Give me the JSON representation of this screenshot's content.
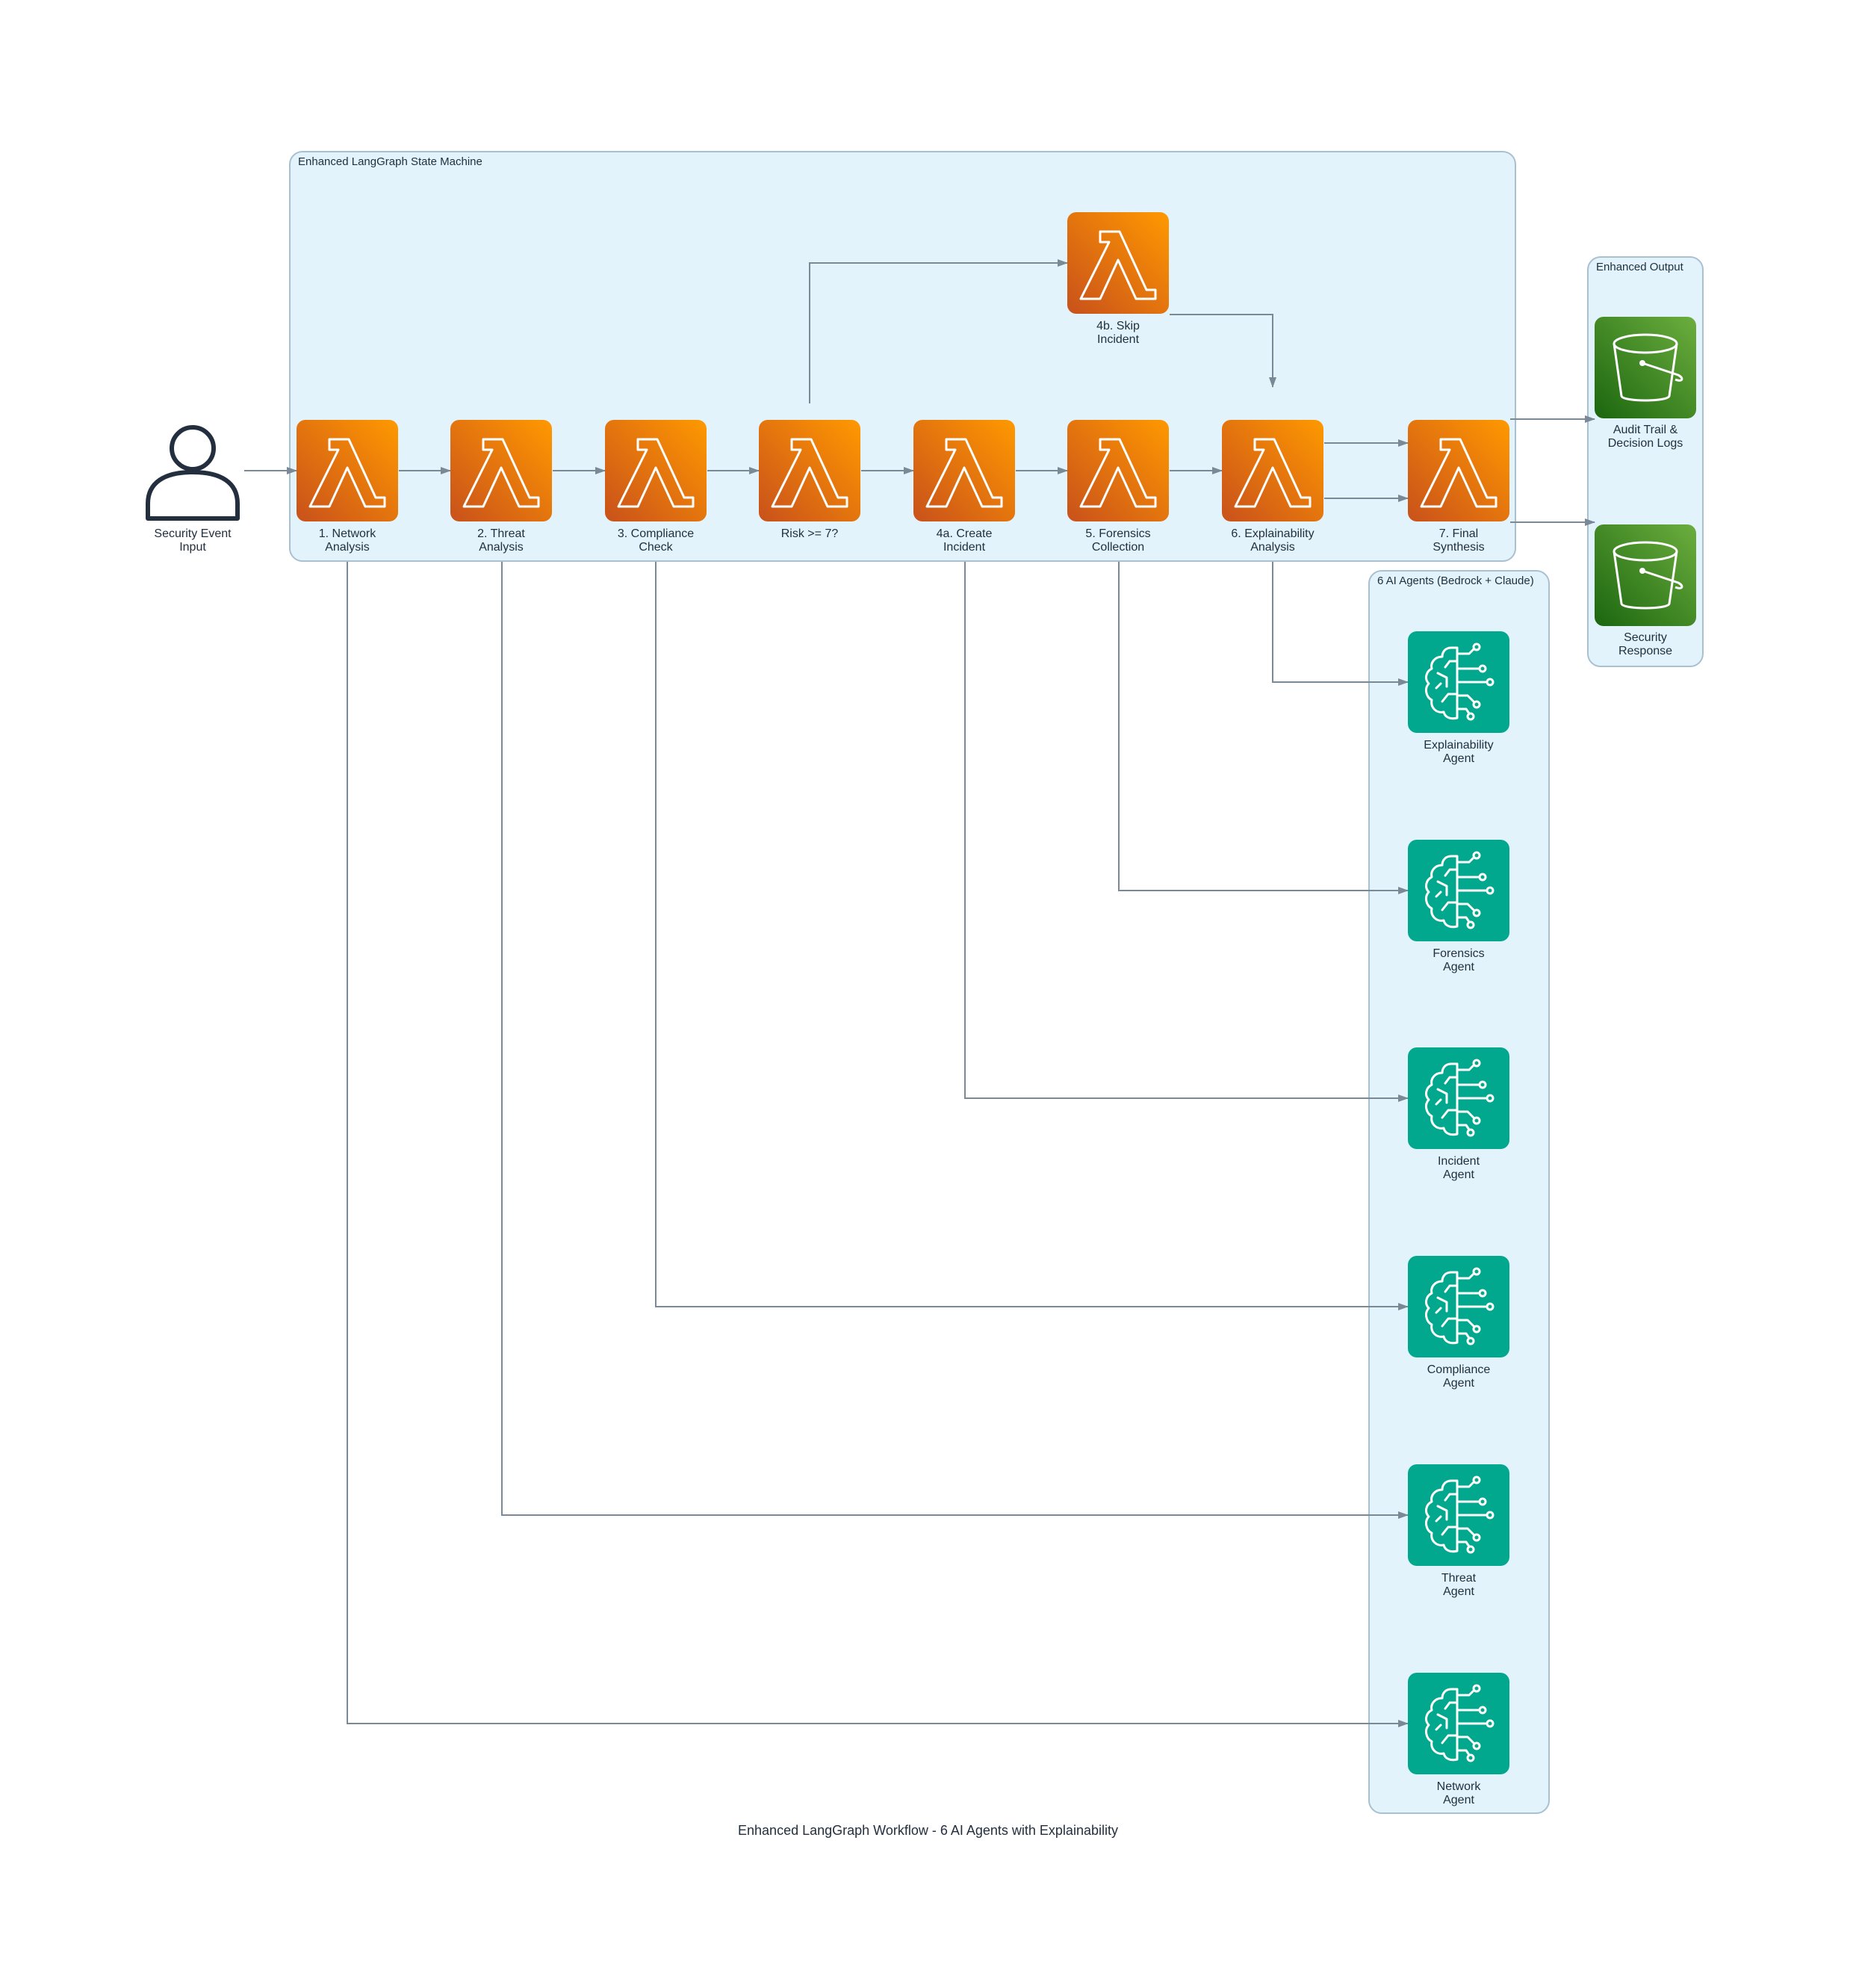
{
  "caption": "Enhanced LangGraph Workflow - 6 AI Agents with Explainability",
  "clusters": {
    "state_machine": "Enhanced LangGraph State Machine",
    "output": "Enhanced Output",
    "agents": "6 AI Agents (Bedrock + Claude)"
  },
  "nodes": {
    "input": {
      "label": "Security Event\nInput",
      "icon": "user-icon"
    },
    "network_analysis": {
      "label": "1. Network\nAnalysis",
      "icon": "lambda-icon"
    },
    "threat_analysis": {
      "label": "2. Threat\nAnalysis",
      "icon": "lambda-icon"
    },
    "compliance_check": {
      "label": "3. Compliance\nCheck",
      "icon": "lambda-icon"
    },
    "risk_decision": {
      "label": "Risk >= 7?",
      "icon": "lambda-icon"
    },
    "create_incident": {
      "label": "4a. Create\nIncident",
      "icon": "lambda-icon"
    },
    "skip_incident": {
      "label": "4b. Skip\nIncident",
      "icon": "lambda-icon"
    },
    "forensics_collection": {
      "label": "5. Forensics\nCollection",
      "icon": "lambda-icon"
    },
    "explainability_analysis": {
      "label": "6. Explainability\nAnalysis",
      "icon": "lambda-icon"
    },
    "final_synthesis": {
      "label": "7. Final\nSynthesis",
      "icon": "lambda-icon"
    },
    "audit_trail": {
      "label": "Audit Trail &\nDecision Logs",
      "icon": "s3-bucket-icon"
    },
    "security_response": {
      "label": "Security\nResponse",
      "icon": "s3-bucket-icon"
    },
    "explainability_agent": {
      "label": "Explainability\nAgent",
      "icon": "brain-circuit-icon"
    },
    "forensics_agent": {
      "label": "Forensics\nAgent",
      "icon": "brain-circuit-icon"
    },
    "incident_agent": {
      "label": "Incident\nAgent",
      "icon": "brain-circuit-icon"
    },
    "compliance_agent": {
      "label": "Compliance\nAgent",
      "icon": "brain-circuit-icon"
    },
    "threat_agent": {
      "label": "Threat\nAgent",
      "icon": "brain-circuit-icon"
    },
    "network_agent": {
      "label": "Network\nAgent",
      "icon": "brain-circuit-icon"
    }
  },
  "edges": [
    [
      "input",
      "network_analysis"
    ],
    [
      "network_analysis",
      "threat_analysis"
    ],
    [
      "threat_analysis",
      "compliance_check"
    ],
    [
      "compliance_check",
      "risk_decision"
    ],
    [
      "risk_decision",
      "create_incident"
    ],
    [
      "risk_decision",
      "skip_incident"
    ],
    [
      "create_incident",
      "forensics_collection"
    ],
    [
      "skip_incident",
      "explainability_analysis"
    ],
    [
      "forensics_collection",
      "explainability_analysis"
    ],
    [
      "explainability_analysis",
      "final_synthesis"
    ],
    [
      "final_synthesis",
      "audit_trail"
    ],
    [
      "final_synthesis",
      "security_response"
    ],
    [
      "network_analysis",
      "network_agent"
    ],
    [
      "threat_analysis",
      "threat_agent"
    ],
    [
      "compliance_check",
      "compliance_agent"
    ],
    [
      "create_incident",
      "incident_agent"
    ],
    [
      "forensics_collection",
      "forensics_agent"
    ],
    [
      "explainability_analysis",
      "explainability_agent"
    ]
  ],
  "colors": {
    "lambda": "#ff9900",
    "agent": "#01a88d",
    "s3": "#3f8624",
    "edge": "#7b8896",
    "cluster_fill": "#e3f3fb"
  }
}
